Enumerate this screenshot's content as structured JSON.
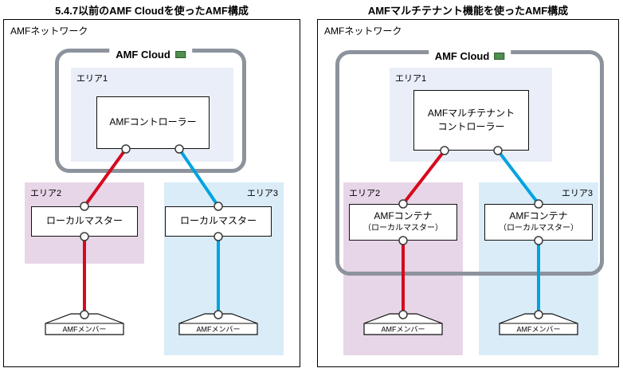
{
  "panels": {
    "left": {
      "title": "5.4.7以前のAMF Cloudを使ったAMF構成",
      "network_label": "AMFネットワーク",
      "cloud_label": "AMF Cloud",
      "area1_label": "エリア1",
      "controller_label": "AMFコントローラー",
      "area2_label": "エリア2",
      "area2_node_label": "ローカルマスター",
      "area2_member_label": "AMFメンバー",
      "area3_label": "エリア3",
      "area3_node_label": "ローカルマスター",
      "area3_member_label": "AMFメンバー"
    },
    "right": {
      "title": "AMFマルチテナント機能を使ったAMF構成",
      "network_label": "AMFネットワーク",
      "cloud_label": "AMF Cloud",
      "area1_label": "エリア1",
      "controller_line1": "AMFマルチテナント",
      "controller_line2": "コントローラー",
      "area2_label": "エリア2",
      "area2_node_line1": "AMFコンテナ",
      "area2_node_line2": "（ローカルマスター）",
      "area2_member_label": "AMFメンバー",
      "area3_label": "エリア3",
      "area3_node_line1": "AMFコンテナ",
      "area3_node_line2": "（ローカルマスター）",
      "area3_member_label": "AMFメンバー"
    }
  },
  "colors": {
    "red_link": "#d60a1e",
    "blue_link": "#00a3e0",
    "cloud_border": "#8d939c",
    "area1_fill": "#e9eef8",
    "area2_fill": "#e7d6e7",
    "area3_fill": "#d9ecf8",
    "cloud_icon_green": "#4f8f4f"
  }
}
